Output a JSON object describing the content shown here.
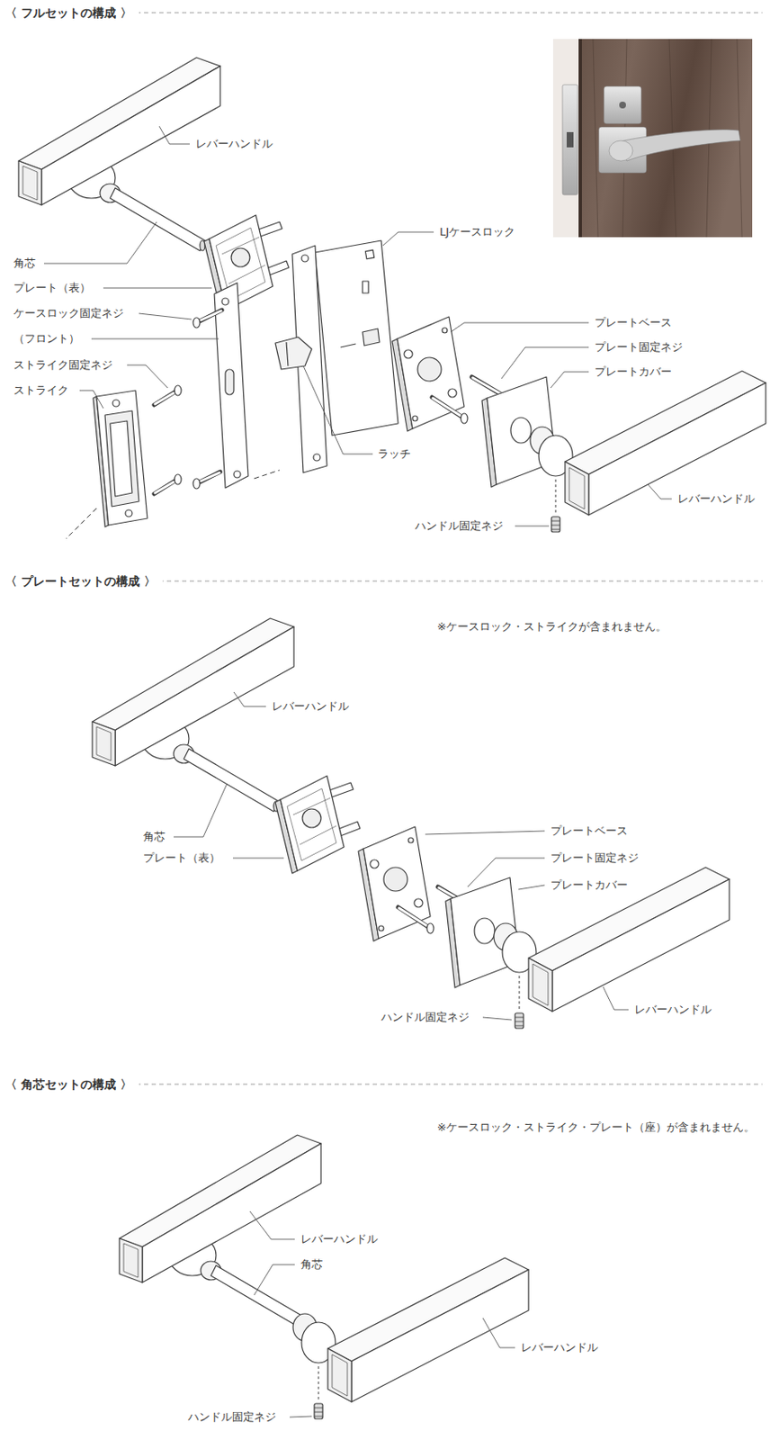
{
  "diagram": {
    "labels": [
      "〈 フルセットの構成 〉",
      "レバーハンドル",
      "角芯",
      "プレート（表）",
      "ケースロック固定ネジ",
      "（フロント）",
      "ストライク固定ネジ",
      "ストライク",
      "LJケースロック",
      "プレートベース",
      "プレート固定ネジ",
      "プレートカバー",
      "ラッチ",
      "レバーハンドル",
      "ハンドル固定ネジ",
      "〈 プレートセットの構成 〉",
      "※ケースロック・ストライクが含まれません。",
      "レバーハンドル",
      "角芯",
      "プレート（表）",
      "プレートベース",
      "プレート固定ネジ",
      "プレートカバー",
      "レバーハンドル",
      "ハンドル固定ネジ",
      "〈 角芯セットの構成 〉",
      "※ケースロック・ストライク・プレート（座）が含まれません。",
      "レバーハンドル",
      "角芯",
      "レバーハンドル",
      "ハンドル固定ネジ"
    ]
  }
}
